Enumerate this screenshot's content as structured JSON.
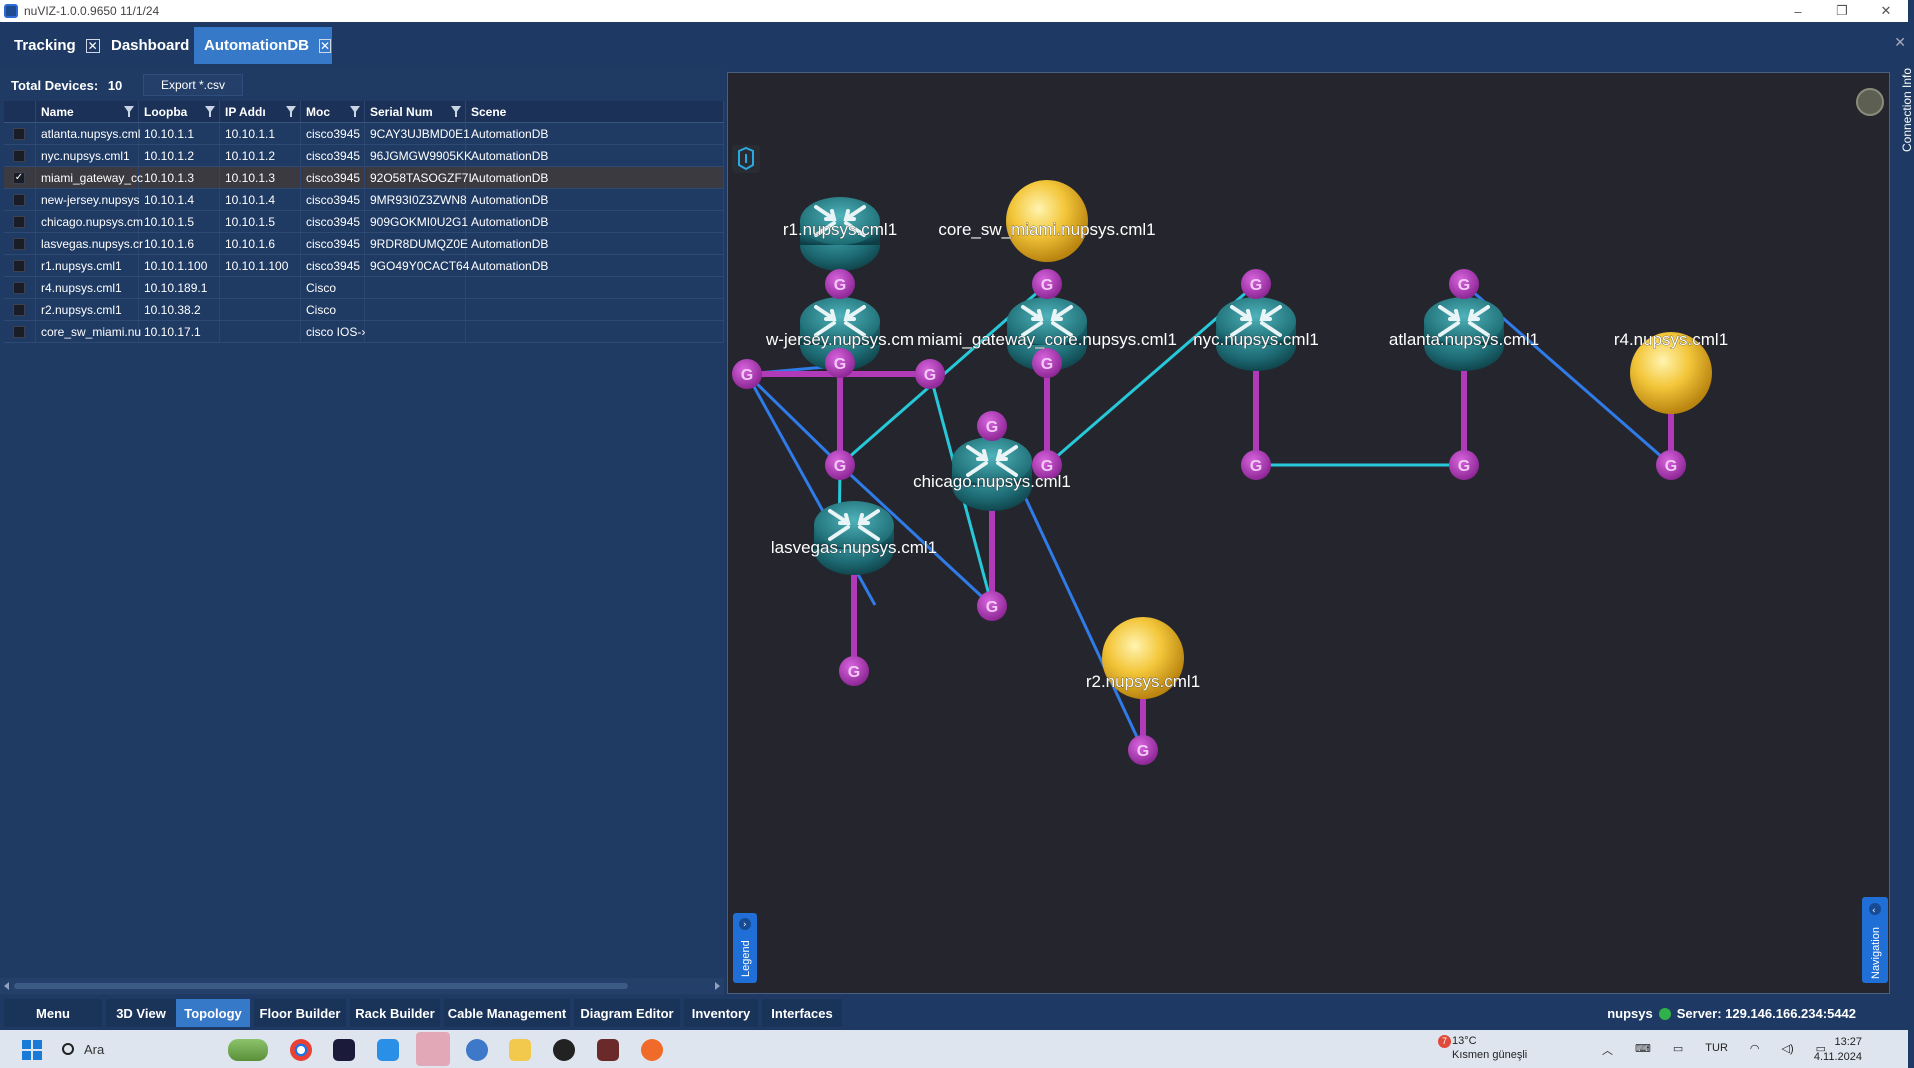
{
  "window": {
    "title": "nuVIZ-1.0.0.9650 11/1/24"
  },
  "tabs": [
    {
      "label": "Tracking"
    },
    {
      "label": "Dashboard"
    },
    {
      "label": "AutomationDB"
    }
  ],
  "device_panel": {
    "total_label": "Total Devices:",
    "total_value": "10",
    "export_label": "Export *.csv",
    "columns": [
      "Name",
      "Loopba",
      "IP Addı",
      "Moc",
      "Serial Num",
      "Scene"
    ],
    "rows": [
      {
        "checked": "",
        "name": "atlanta.nupsys.cml",
        "loopback": "10.10.1.1",
        "ip": "10.10.1.1",
        "model": "cisco3945",
        "serial": "9CAY3UJBMD0E1",
        "scene": "AutomationDB"
      },
      {
        "checked": "",
        "name": "nyc.nupsys.cml1",
        "loopback": "10.10.1.2",
        "ip": "10.10.1.2",
        "model": "cisco3945",
        "serial": "96JGMGW9905KK",
        "scene": "AutomationDB"
      },
      {
        "checked": "✓",
        "name": "miami_gateway_cc",
        "loopback": "10.10.1.3",
        "ip": "10.10.1.3",
        "model": "cisco3945",
        "serial": "92O58TASOGZF7I",
        "scene": "AutomationDB"
      },
      {
        "checked": "",
        "name": "new-jersey.nupsys",
        "loopback": "10.10.1.4",
        "ip": "10.10.1.4",
        "model": "cisco3945",
        "serial": "9MR93I0Z3ZWN8",
        "scene": "AutomationDB"
      },
      {
        "checked": "",
        "name": "chicago.nupsys.cm",
        "loopback": "10.10.1.5",
        "ip": "10.10.1.5",
        "model": "cisco3945",
        "serial": "909GOKMI0U2G1",
        "scene": "AutomationDB"
      },
      {
        "checked": "",
        "name": "lasvegas.nupsys.cr",
        "loopback": "10.10.1.6",
        "ip": "10.10.1.6",
        "model": "cisco3945",
        "serial": "9RDR8DUMQZ0E",
        "scene": "AutomationDB"
      },
      {
        "checked": "",
        "name": "r1.nupsys.cml1",
        "loopback": "10.10.1.100",
        "ip": "10.10.1.100",
        "model": "cisco3945",
        "serial": "9GO49Y0CACT64",
        "scene": "AutomationDB"
      },
      {
        "checked": "",
        "name": "r4.nupsys.cml1",
        "loopback": "10.10.189.1",
        "ip": "",
        "model": "Cisco",
        "serial": "",
        "scene": ""
      },
      {
        "checked": "",
        "name": "r2.nupsys.cml1",
        "loopback": "10.10.38.2",
        "ip": "",
        "model": "Cisco",
        "serial": "",
        "scene": ""
      },
      {
        "checked": "",
        "name": "core_sw_miami.nu",
        "loopback": "10.10.17.1",
        "ip": "",
        "model": "cisco IOS-›",
        "serial": "",
        "scene": ""
      }
    ]
  },
  "topology": {
    "node_labels": {
      "r1": "r1.nupsys.cml1",
      "core": "core_sw_miami.nupsys.cml1",
      "nj": "w-jersey.nupsys.cm",
      "miami": "miami_gateway_core.nupsys.cml1",
      "nyc": "nyc.nupsys.cml1",
      "atlanta": "atlanta.nupsys.cml1",
      "r4": "r4.nupsys.cml1",
      "chicago": "chicago.nupsys.cml1",
      "lasvegas": "lasvegas.nupsys.cml1",
      "r2": "r2.nupsys.cml1"
    },
    "interface_glyph": "G",
    "legend_label": "Legend",
    "navigation_label": "Navigation",
    "connection_info_label": "Connection Info",
    "colors": {
      "router": "#1f6f77",
      "switch": "#f2c233",
      "interface": "#b03ab8",
      "link_blue": "#2f7be8",
      "link_cyan": "#26c9d9"
    }
  },
  "bottom_nav": {
    "buttons": [
      "Menu",
      "3D View",
      "Topology",
      "Floor Builder",
      "Rack Builder",
      "Cable Management",
      "Diagram Editor",
      "Inventory",
      "Interfaces"
    ],
    "active": "Topology",
    "user": "nupsys",
    "server": "Server: 129.146.166.234:5442"
  },
  "taskbar": {
    "search_placeholder": "Ara",
    "weather_temp": "13°C",
    "weather_desc": "Kısmen güneşli",
    "weather_badge": "7",
    "language": "TUR",
    "time": "13:27",
    "date": "4.11.2024"
  }
}
